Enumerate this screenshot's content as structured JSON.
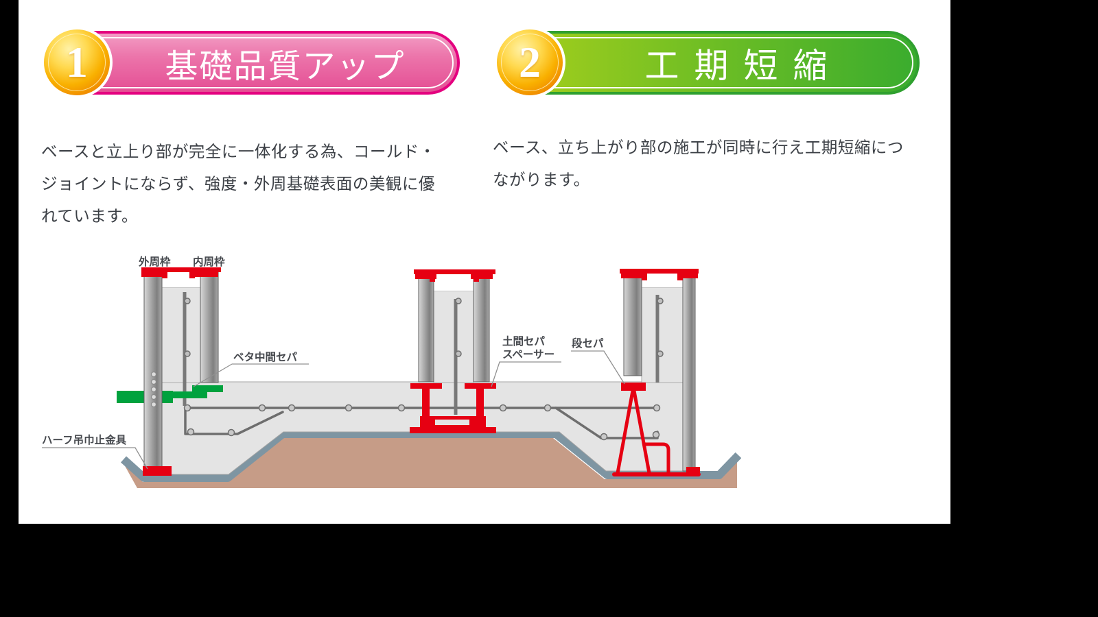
{
  "features": [
    {
      "number": "1",
      "title": "基礎品質アップ",
      "accent_color": "#E4007F",
      "description": "ベースと立上り部が完全に一体化する為、コールド・ジョイントにならず、強度・外周基礎表面の美観に優れています。"
    },
    {
      "number": "2",
      "title": "工期短縮",
      "accent_color": "#2FA02F",
      "description": "ベース、立ち上がり部の施工が同時に行え工期短縮につながります。"
    }
  ],
  "diagram": {
    "labels": {
      "outer_frame": "外周枠",
      "inner_frame": "内周枠",
      "slab_mid_separator": "ベタ中間セパ",
      "doma_separator_line1": "土間セパ",
      "doma_separator_line2": "スペーサー",
      "step_separator": "段セパ",
      "half_hanger": "ハーフ吊巾止金具"
    },
    "colors": {
      "formwork_red": "#E60012",
      "separator_green": "#00A23E",
      "concrete": "#E4E4E4",
      "membrane": "#7E95A2",
      "soil": "#C69C87",
      "badge_gold": "#F9B000"
    }
  }
}
